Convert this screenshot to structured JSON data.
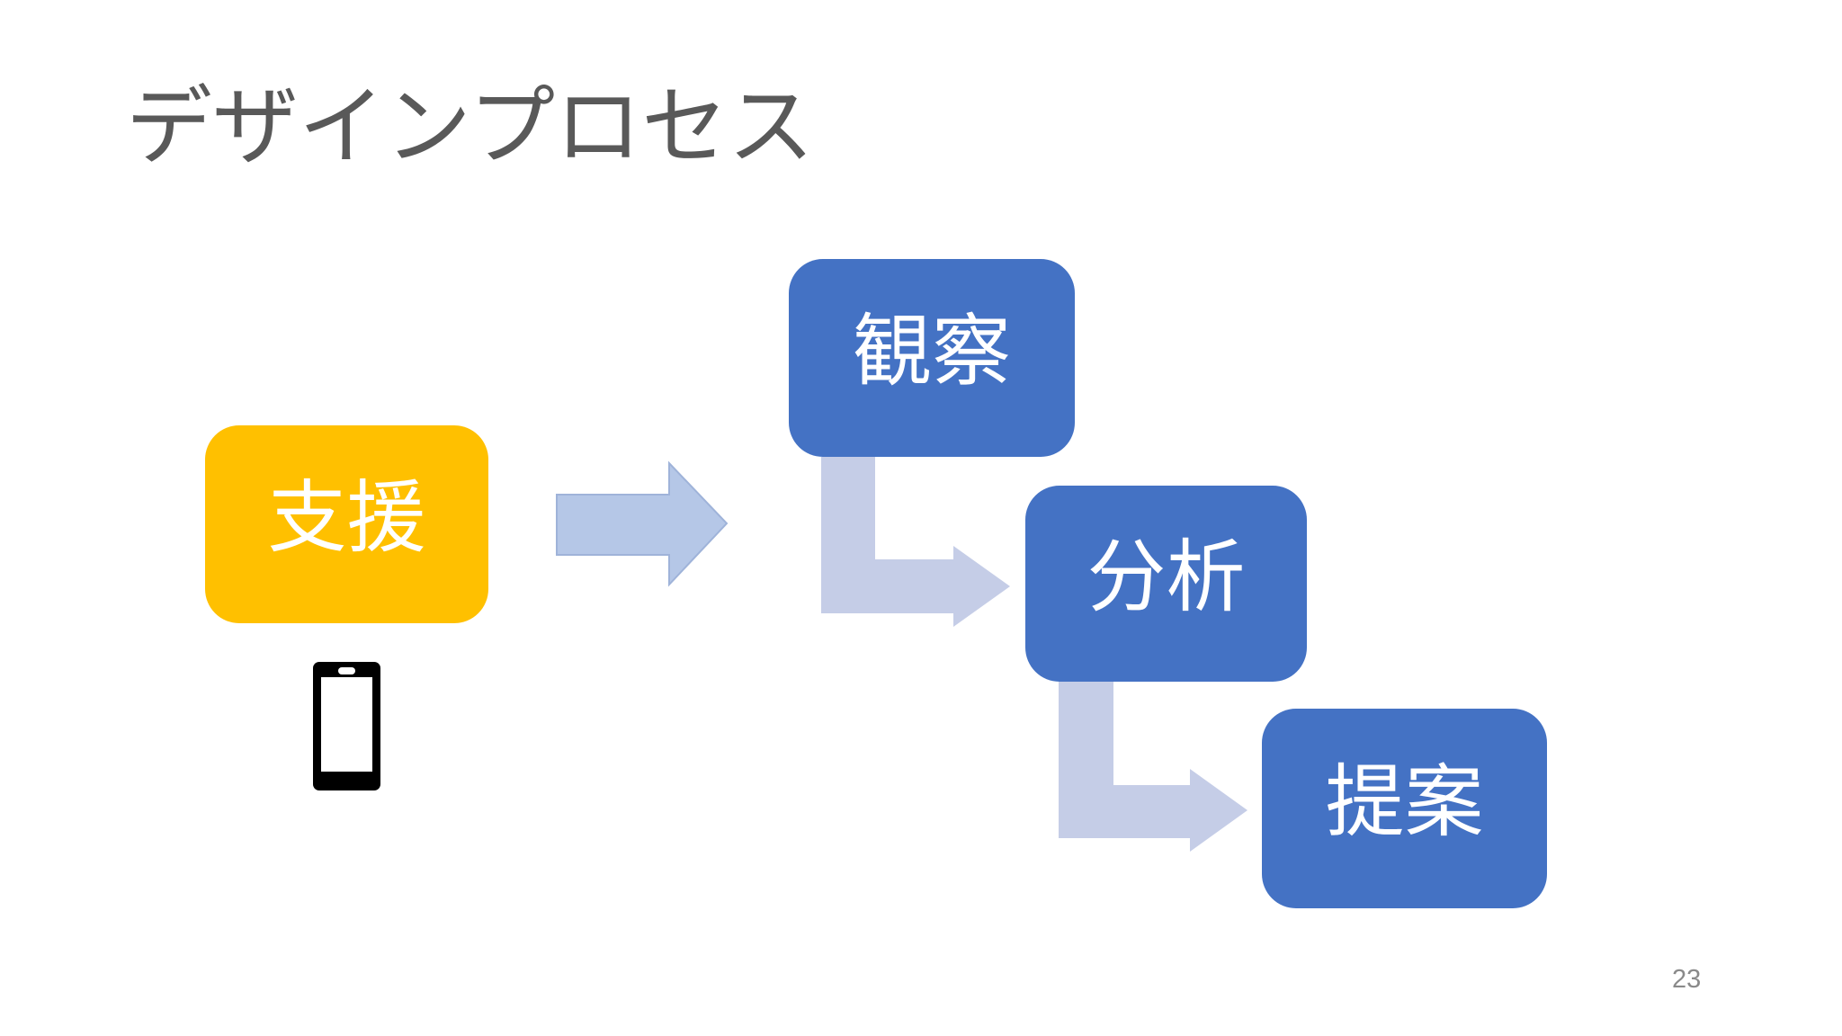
{
  "slide": {
    "title": "デザインプロセス",
    "page_number": "23"
  },
  "colors": {
    "background": "#ffffff",
    "title_text": "#595959",
    "page_number_text": "#8a8a8a",
    "node_text": "#ffffff",
    "arrow_fill": "#b5c7e7",
    "arrow_stroke": "#9fb3d9",
    "elbow_arrow_fill": "#c5cde7",
    "phone_icon_color": "#000000"
  },
  "diagram": {
    "nodes": [
      {
        "label": "支援",
        "fill": "#ffc000"
      },
      {
        "label": "観察",
        "fill": "#4472c4"
      },
      {
        "label": "分析",
        "fill": "#4472c4"
      },
      {
        "label": "提案",
        "fill": "#4472c4"
      }
    ]
  }
}
